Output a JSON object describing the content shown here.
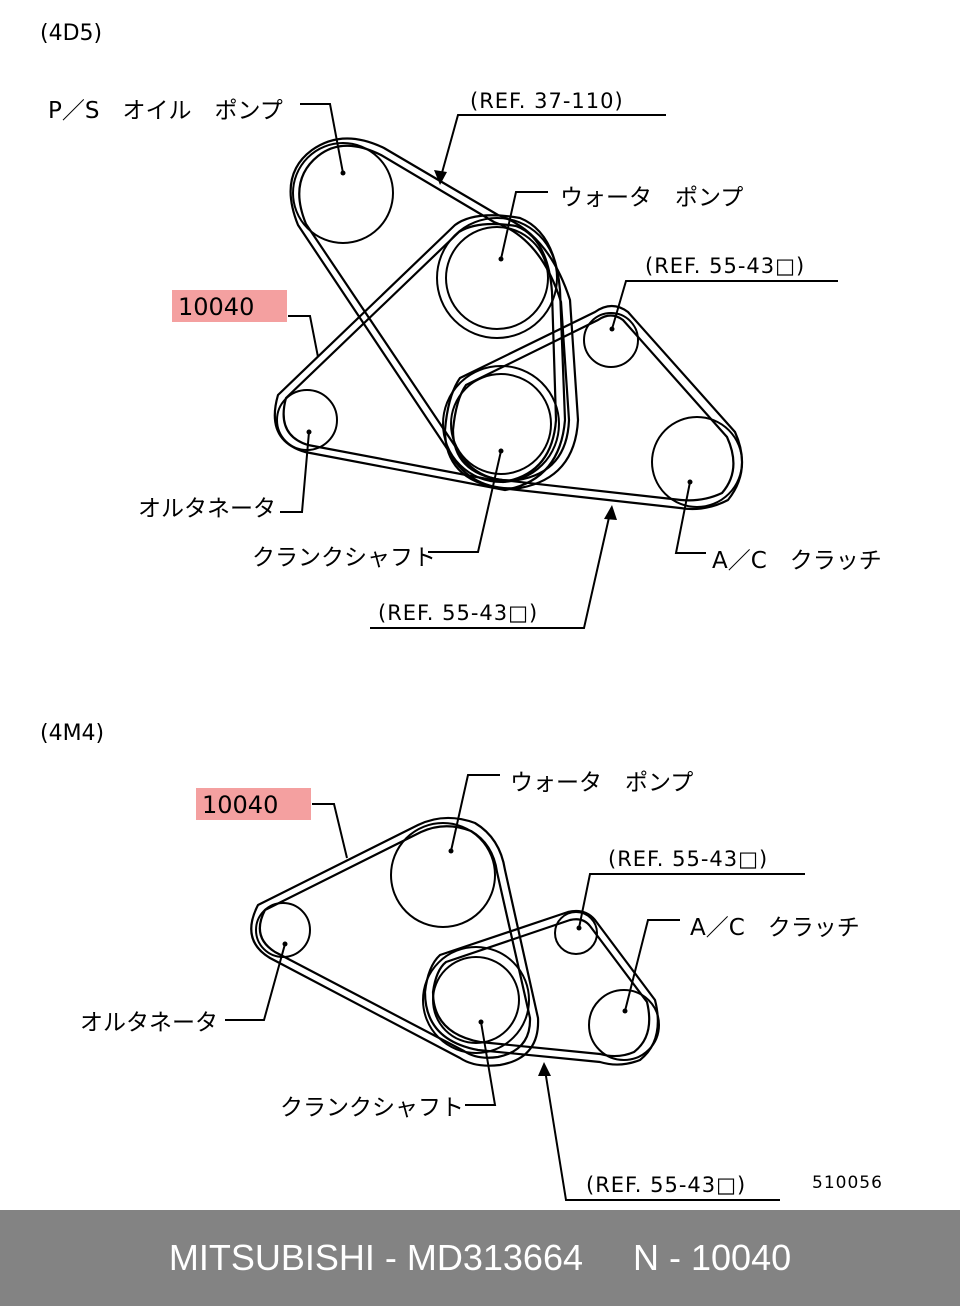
{
  "diagram_4d5": {
    "section_label": "(4D5)",
    "ps_oil_pump": "P／S　オイル　ポンプ",
    "ref_37_110": "(REF. 37-110)",
    "water_pump": "ウォータ　ポンプ",
    "ref_55_43_top": "(REF. 55-43□)",
    "part_number": "10040",
    "alternator": "オルタネータ",
    "crankshaft": "クランクシャフト",
    "ac_clutch": "A／C　クラッチ",
    "ref_55_43_bottom": "(REF. 55-43□)"
  },
  "diagram_4m4": {
    "section_label": "(4M4)",
    "water_pump": "ウォータ　ポンプ",
    "part_number": "10040",
    "ref_55_43_top": "(REF. 55-43□)",
    "ac_clutch": "A／C　クラッチ",
    "alternator": "オルタネータ",
    "crankshaft": "クランクシャフト",
    "ref_55_43_bottom": "(REF. 55-43□)",
    "drawing_code": "510056"
  },
  "footer": {
    "text": "MITSUBISHI - MD313664     N - 10040"
  },
  "colors": {
    "highlight": "#f4a0a0",
    "footer_bg": "#838383"
  }
}
